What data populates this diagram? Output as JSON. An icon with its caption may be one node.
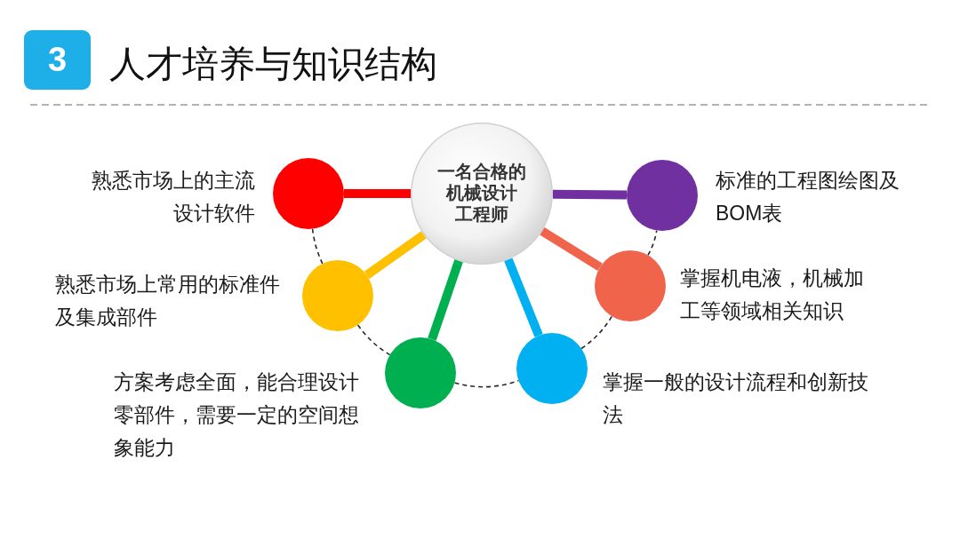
{
  "diagram": {
    "title": "人才培养与知识结构",
    "nodes": [
      {
        "text": [
          "3"
        ]
      },
      {
        "text": [
          "一名合格的机械设计工程师"
        ]
      },
      {
        "text": [],
        "shape": "circle",
        "beside": [
          "熟悉市场上的主流设计软件"
        ]
      },
      {
        "text": [],
        "shape": "circle",
        "beside": [
          "标准的工程图绘图及BOM表"
        ]
      },
      {
        "text": [],
        "shape": "circle",
        "beside": [
          "熟悉市场上常用的标准件及集成部件"
        ]
      },
      {
        "text": [],
        "shape": "circle",
        "beside": [
          "掌握机电液，机械加工等领域相关知识"
        ]
      },
      {
        "text": [],
        "shape": "circle",
        "beside": [
          "方案考虑全面，能合理设计零部件，需要一定的空间想象能力"
        ]
      },
      {
        "text": [],
        "shape": "circle",
        "beside": [
          "掌握一般的设计流程和创新技法"
        ]
      }
    ],
    "edges": [
      {
        "from": 1,
        "to": 2,
        "arrow": "none",
        "color": "#ff0000"
      },
      {
        "from": 1,
        "to": 3,
        "arrow": "none",
        "color": "#7030a0"
      },
      {
        "from": 1,
        "to": 4,
        "arrow": "none",
        "color": "#ffc000"
      },
      {
        "from": 1,
        "to": 5,
        "arrow": "none",
        "color": "#f0644b"
      },
      {
        "from": 1,
        "to": 6,
        "arrow": "none",
        "color": "#00b050"
      },
      {
        "from": 1,
        "to": 7,
        "arrow": "none",
        "color": "#00b0f0"
      },
      {
        "from": 2,
        "to": 4,
        "arrow": "none",
        "style": "dashed"
      },
      {
        "from": 4,
        "to": 6,
        "arrow": "none",
        "style": "dashed"
      },
      {
        "from": 6,
        "to": 7,
        "arrow": "none",
        "style": "dashed"
      },
      {
        "from": 7,
        "to": 5,
        "arrow": "none",
        "style": "dashed"
      },
      {
        "from": 5,
        "to": 3,
        "arrow": "none",
        "style": "dashed"
      }
    ]
  }
}
